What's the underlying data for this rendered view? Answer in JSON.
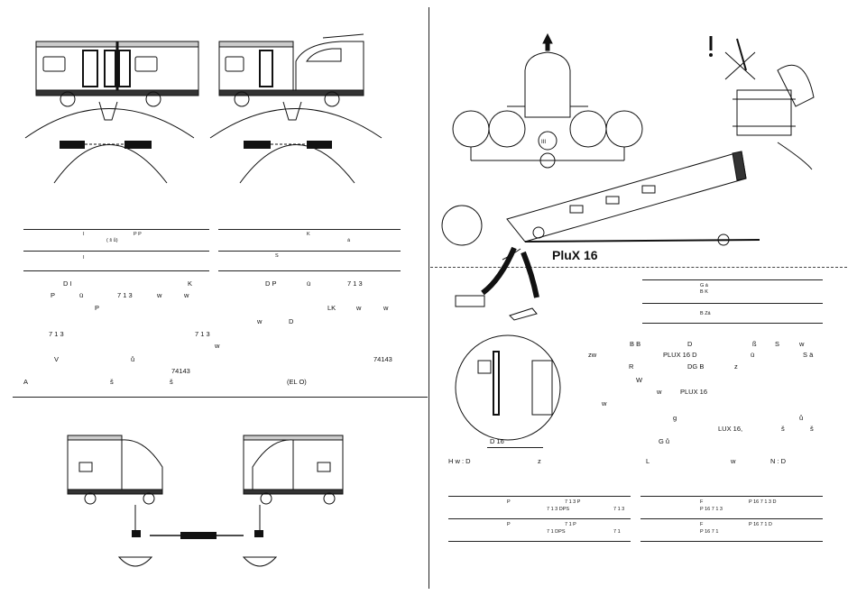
{
  "figures": {
    "plux_label": "PluX 16",
    "mark_iii": "III"
  },
  "left_table": {
    "col1_row1": [
      "I",
      "P  P",
      "(   š   ů)"
    ],
    "col1_row2": "I",
    "col2_row1": [
      "K",
      "á"
    ],
    "col2_row2": "S"
  },
  "left_text": {
    "l1a": "D  I",
    "l1b": "K",
    "l1c": "D  P",
    "l1d": "ü",
    "l1e": "7 1 3",
    "l2a": "P",
    "l2b": "ü",
    "l2c": "7 1 3",
    "l2d": "w",
    "l2e": "w",
    "l3a": "P",
    "l3b": "LK",
    "l3c": "w",
    "l3d": "w",
    "l4a": "w",
    "l4b": "D",
    "l5a": "7 1 3",
    "l5b": "7 1 3",
    "l6a": "w",
    "l7a": "V",
    "l7b": "ů",
    "l7c": "74143",
    "l8a": "74143",
    "l9a": "A",
    "l9b": "š",
    "l9c": "š",
    "l9d": "(EL  O)"
  },
  "right_table_top": {
    "row1": [
      "G  á",
      "B  K"
    ],
    "row2": "B   Zá"
  },
  "right_text": {
    "r1a": "zw",
    "r1b": "B  B",
    "r1c": "D",
    "r1d": "ß",
    "r1e": "S",
    "r1f": "w",
    "r2a": "PLUX 16 D",
    "r2b": "ü",
    "r2c": "S  ä",
    "r3a": "R",
    "r3b": "DG B",
    "r3c": "z",
    "r4a": "W",
    "r5a": "w",
    "r5b": "PLUX 16",
    "r6a": "w",
    "r7a": "g",
    "r7b": "ů",
    "r8a": "LUX 16,",
    "r8b": "š",
    "r8c": "š",
    "r9a": "G  ů",
    "r10a": "D      16"
  },
  "bottom_headings": {
    "left": "H  w  : D",
    "left2": "z",
    "right": "L",
    "right2": "w",
    "right3": "N  : D"
  },
  "bottom_tables": {
    "l1a": "P",
    "l1b": "7 1 3   P",
    "l1c": "7 1 3    DPS",
    "l1d": "7 1 3",
    "l2a": "P",
    "l2b": "7 1     P",
    "l2c": "7 1      DPS",
    "l2d": "7 1",
    "r1a": "F",
    "r1b": "P   16  7 1 3    D",
    "r1c": "P   16  7 1 3",
    "r2a": "F",
    "r2b": "P   16  7 1      D",
    "r2c": "P   16  7 1"
  }
}
